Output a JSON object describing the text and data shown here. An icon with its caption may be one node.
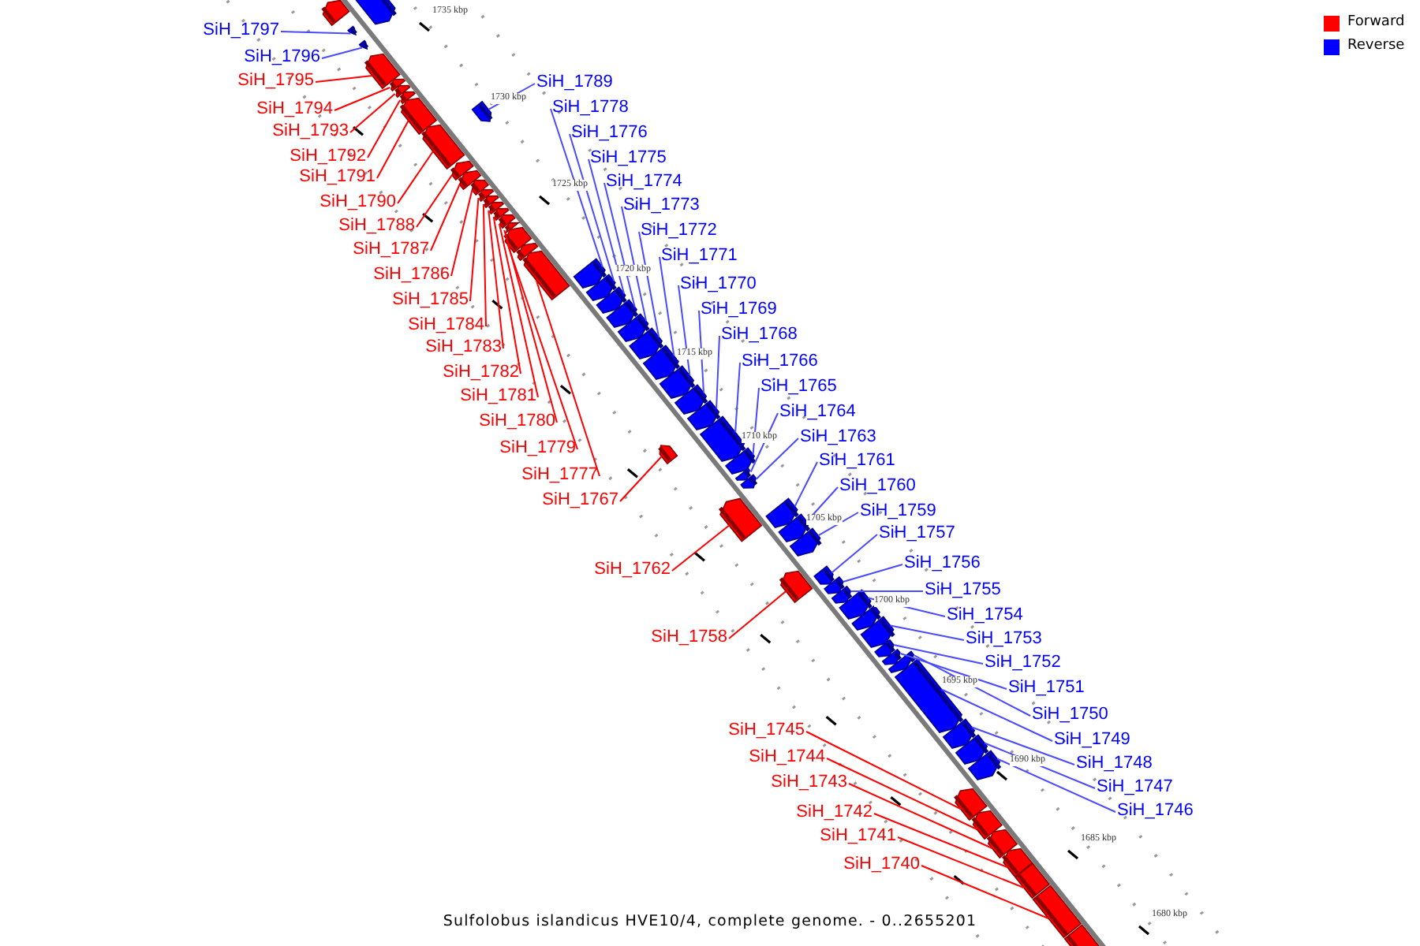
{
  "diagram": {
    "caption": "Sulfolobus islandicus HVE10/4, complete genome. - 0..2655201",
    "nodes": [
      {
        "text": [
          "SiH_1797"
        ]
      },
      {
        "text": [
          "SiH_1796"
        ]
      },
      {
        "text": [
          "SiH_1795"
        ]
      },
      {
        "text": [
          "SiH_1789"
        ]
      },
      {
        "text": [
          "SiH_1778"
        ]
      },
      {
        "text": [
          "SiH_1794"
        ]
      },
      {
        "text": [
          "SiH_1793"
        ]
      },
      {
        "text": [
          "SiH_1776"
        ]
      },
      {
        "text": [
          "SiH_1792"
        ]
      },
      {
        "text": [
          "SiH_1775"
        ]
      },
      {
        "text": [
          "SiH_1791"
        ]
      },
      {
        "text": [
          "SiH_1774"
        ]
      },
      {
        "text": [
          "SiH_1790"
        ]
      },
      {
        "text": [
          "SiH_1773"
        ]
      },
      {
        "text": [
          "SiH_1788"
        ]
      },
      {
        "text": [
          "SiH_1772"
        ]
      },
      {
        "text": [
          "SiH_1787"
        ]
      },
      {
        "text": [
          "SiH_1771"
        ]
      },
      {
        "text": [
          "SiH_1786"
        ]
      },
      {
        "text": [
          "SiH_1770"
        ]
      },
      {
        "text": [
          "SiH_1785"
        ]
      },
      {
        "text": [
          "SiH_1769"
        ]
      },
      {
        "text": [
          "SiH_1784"
        ]
      },
      {
        "text": [
          "SiH_1768"
        ]
      },
      {
        "text": [
          "SiH_1783"
        ]
      },
      {
        "text": [
          "SiH_1766"
        ]
      },
      {
        "text": [
          "SiH_1782"
        ]
      },
      {
        "text": [
          "SiH_1765"
        ]
      },
      {
        "text": [
          "SiH_1781"
        ]
      },
      {
        "text": [
          "SiH_1764"
        ]
      },
      {
        "text": [
          "SiH_1780"
        ]
      },
      {
        "text": [
          "SiH_1763"
        ]
      },
      {
        "text": [
          "SiH_1779"
        ]
      },
      {
        "text": [
          "SiH_1761"
        ]
      },
      {
        "text": [
          "SiH_1777"
        ]
      },
      {
        "text": [
          "SiH_1760"
        ]
      },
      {
        "text": [
          "SiH_1767"
        ]
      },
      {
        "text": [
          "SiH_1759"
        ]
      },
      {
        "text": [
          "SiH_1757"
        ]
      },
      {
        "text": [
          "SiH_1756"
        ]
      },
      {
        "text": [
          "SiH_1762"
        ]
      },
      {
        "text": [
          "SiH_1755"
        ]
      },
      {
        "text": [
          "SiH_1754"
        ]
      },
      {
        "text": [
          "SiH_1758"
        ]
      },
      {
        "text": [
          "SiH_1753"
        ]
      },
      {
        "text": [
          "SiH_1752"
        ]
      },
      {
        "text": [
          "SiH_1751"
        ]
      },
      {
        "text": [
          "SiH_1750"
        ]
      },
      {
        "text": [
          "SiH_1745"
        ]
      },
      {
        "text": [
          "SiH_1749"
        ]
      },
      {
        "text": [
          "SiH_1744"
        ]
      },
      {
        "text": [
          "SiH_1748"
        ]
      },
      {
        "text": [
          "SiH_1743"
        ]
      },
      {
        "text": [
          "SiH_1747"
        ]
      },
      {
        "text": [
          "SiH_1742"
        ]
      },
      {
        "text": [
          "SiH_1746"
        ]
      },
      {
        "text": [
          "SiH_1741"
        ]
      },
      {
        "text": [
          "SiH_1740"
        ]
      },
      {
        "text": [],
        "shape": "arrow"
      },
      {
        "text": [],
        "shape": "arrow"
      },
      {
        "text": [],
        "shape": "arrow"
      },
      {
        "text": [],
        "shape": "arrow"
      },
      {
        "text": [],
        "shape": "arrow"
      },
      {
        "text": [],
        "shape": "arrow"
      },
      {
        "text": [],
        "shape": "arrow"
      },
      {
        "text": [],
        "shape": "arrow"
      },
      {
        "text": [],
        "shape": "arrow"
      },
      {
        "text": [],
        "shape": "arrow"
      },
      {
        "text": [],
        "shape": "arrow"
      },
      {
        "text": [],
        "shape": "arrow"
      },
      {
        "text": [],
        "shape": "arrow"
      },
      {
        "text": [],
        "shape": "arrow"
      },
      {
        "text": [],
        "shape": "arrow"
      },
      {
        "text": [],
        "shape": "arrow"
      },
      {
        "text": [],
        "shape": "arrow"
      },
      {
        "text": [],
        "shape": "arrow"
      },
      {
        "text": [],
        "shape": "arrow"
      },
      {
        "text": [],
        "shape": "arrow"
      },
      {
        "text": [],
        "shape": "arrow"
      },
      {
        "text": [],
        "shape": "arrow"
      },
      {
        "text": [],
        "shape": "arrow"
      },
      {
        "text": [],
        "shape": "arrow"
      },
      {
        "text": [],
        "shape": "arrow"
      },
      {
        "text": [],
        "shape": "arrow"
      },
      {
        "text": [],
        "shape": "arrow"
      },
      {
        "text": [],
        "shape": "arrow"
      },
      {
        "text": [],
        "shape": "arrow"
      },
      {
        "text": [],
        "shape": "arrow"
      },
      {
        "text": [],
        "shape": "arrow"
      },
      {
        "text": [],
        "shape": "arrow"
      },
      {
        "text": [],
        "shape": "arrow"
      },
      {
        "text": [],
        "shape": "arrow"
      },
      {
        "text": [],
        "shape": "arrow"
      },
      {
        "text": [],
        "shape": "arrow"
      },
      {
        "text": [],
        "shape": "arrow"
      },
      {
        "text": [],
        "shape": "arrow"
      },
      {
        "text": [],
        "shape": "arrow"
      },
      {
        "text": [],
        "shape": "arrow"
      },
      {
        "text": [],
        "shape": "arrow"
      },
      {
        "text": [],
        "shape": "arrow"
      },
      {
        "text": [],
        "shape": "arrow"
      },
      {
        "text": [],
        "shape": "arrow"
      },
      {
        "text": [],
        "shape": "arrow"
      },
      {
        "text": [],
        "shape": "arrow"
      },
      {
        "text": [],
        "shape": "arrow"
      },
      {
        "text": [],
        "shape": "arrow"
      },
      {
        "text": [],
        "shape": "arrow"
      },
      {
        "text": [],
        "shape": "arrow"
      },
      {
        "text": [],
        "shape": "arrow"
      },
      {
        "text": [],
        "shape": "arrow"
      },
      {
        "text": [],
        "shape": "arrow"
      },
      {
        "text": [],
        "shape": "arrow"
      },
      {
        "text": [],
        "shape": "arrow"
      },
      {
        "text": [],
        "shape": "arrow"
      },
      {
        "text": [],
        "shape": "arrow"
      },
      {
        "text": [],
        "shape": "arrow"
      },
      {
        "text": [],
        "shape": "arrow"
      },
      {
        "text": [],
        "shape": "arrow"
      },
      {
        "text": [],
        "shape": "box"
      },
      {
        "text": [],
        "shape": "box"
      },
      {
        "text": [],
        "shape": "box"
      }
    ],
    "edges": [
      {
        "from": 0,
        "to": 60,
        "arrow": "none"
      },
      {
        "from": 1,
        "to": 61,
        "arrow": "none"
      },
      {
        "from": 2,
        "to": 62,
        "arrow": "none",
        "color": "#ff0000"
      },
      {
        "from": 3,
        "to": 68,
        "arrow": "none"
      },
      {
        "from": 4,
        "to": 81,
        "arrow": "none"
      },
      {
        "from": 5,
        "to": 63,
        "arrow": "none",
        "color": "#ff0000"
      },
      {
        "from": 6,
        "to": 64,
        "arrow": "none",
        "color": "#ff0000"
      },
      {
        "from": 7,
        "to": 82,
        "arrow": "none"
      },
      {
        "from": 8,
        "to": 65,
        "arrow": "none",
        "color": "#ff0000"
      },
      {
        "from": 9,
        "to": 83,
        "arrow": "none"
      },
      {
        "from": 10,
        "to": 66,
        "arrow": "none",
        "color": "#ff0000"
      },
      {
        "from": 11,
        "to": 84,
        "arrow": "none"
      },
      {
        "from": 12,
        "to": 67,
        "arrow": "none",
        "color": "#ff0000"
      },
      {
        "from": 13,
        "to": 85,
        "arrow": "none"
      },
      {
        "from": 14,
        "to": 69,
        "arrow": "none",
        "color": "#ff0000"
      },
      {
        "from": 15,
        "to": 86,
        "arrow": "none"
      },
      {
        "from": 16,
        "to": 70,
        "arrow": "none",
        "color": "#ff0000"
      },
      {
        "from": 17,
        "to": 87,
        "arrow": "none"
      },
      {
        "from": 18,
        "to": 71,
        "arrow": "none",
        "color": "#ff0000"
      },
      {
        "from": 19,
        "to": 88,
        "arrow": "none"
      },
      {
        "from": 20,
        "to": 72,
        "arrow": "none",
        "color": "#ff0000"
      },
      {
        "from": 21,
        "to": 89,
        "arrow": "none"
      },
      {
        "from": 22,
        "to": 73,
        "arrow": "none",
        "color": "#ff0000"
      },
      {
        "from": 23,
        "to": 90,
        "arrow": "none"
      },
      {
        "from": 24,
        "to": 74,
        "arrow": "none",
        "color": "#ff0000"
      },
      {
        "from": 25,
        "to": 92,
        "arrow": "none"
      },
      {
        "from": 26,
        "to": 75,
        "arrow": "none",
        "color": "#ff0000"
      },
      {
        "from": 27,
        "to": 93,
        "arrow": "none"
      },
      {
        "from": 28,
        "to": 76,
        "arrow": "none",
        "color": "#ff0000"
      },
      {
        "from": 29,
        "to": 94,
        "arrow": "none"
      },
      {
        "from": 30,
        "to": 77,
        "arrow": "none",
        "color": "#ff0000"
      },
      {
        "from": 31,
        "to": 95,
        "arrow": "none"
      },
      {
        "from": 32,
        "to": 78,
        "arrow": "none",
        "color": "#ff0000"
      },
      {
        "from": 33,
        "to": 97,
        "arrow": "none"
      },
      {
        "from": 34,
        "to": 80,
        "arrow": "none",
        "color": "#ff0000"
      },
      {
        "from": 35,
        "to": 98,
        "arrow": "none"
      },
      {
        "from": 36,
        "to": 91,
        "arrow": "none",
        "color": "#ff0000"
      },
      {
        "from": 37,
        "to": 99,
        "arrow": "none"
      },
      {
        "from": 38,
        "to": 101,
        "arrow": "none"
      },
      {
        "from": 39,
        "to": 102,
        "arrow": "none"
      },
      {
        "from": 40,
        "to": 96,
        "arrow": "none",
        "color": "#ff0000"
      },
      {
        "from": 41,
        "to": 103,
        "arrow": "none"
      },
      {
        "from": 42,
        "to": 104,
        "arrow": "none"
      },
      {
        "from": 43,
        "to": 100,
        "arrow": "none",
        "color": "#ff0000"
      },
      {
        "from": 44,
        "to": 106,
        "arrow": "none"
      },
      {
        "from": 45,
        "to": 107,
        "arrow": "none"
      },
      {
        "from": 46,
        "to": 108,
        "arrow": "none"
      },
      {
        "from": 47,
        "to": 109,
        "arrow": "none"
      },
      {
        "from": 48,
        "to": 114,
        "arrow": "none",
        "color": "#ff0000"
      },
      {
        "from": 49,
        "to": 110,
        "arrow": "none"
      },
      {
        "from": 50,
        "to": 115,
        "arrow": "none",
        "color": "#ff0000"
      },
      {
        "from": 51,
        "to": 111,
        "arrow": "none"
      },
      {
        "from": 52,
        "to": 116,
        "arrow": "none",
        "color": "#ff0000"
      },
      {
        "from": 53,
        "to": 112,
        "arrow": "none"
      },
      {
        "from": 54,
        "to": 117,
        "arrow": "none",
        "color": "#ff0000"
      },
      {
        "from": 55,
        "to": 113,
        "arrow": "none"
      },
      {
        "from": 56,
        "to": 118,
        "arrow": "none",
        "color": "#ff0000"
      },
      {
        "from": 57,
        "to": 119,
        "arrow": "none",
        "color": "#ff0000"
      }
    ],
    "labels": [
      "1735 kbp",
      "1730 kbp",
      "1725 kbp",
      "1720 kbp",
      "1715 kbp",
      "1710 kbp",
      "1705 kbp",
      "1700 kbp",
      "1695 kbp",
      "1690 kbp",
      "1685 kbp",
      "1680 kbp"
    ],
    "legend": [
      {
        "text": "Forward",
        "color": "#ff0000"
      },
      {
        "text": "Reverse",
        "color": "#0000ff"
      }
    ]
  }
}
